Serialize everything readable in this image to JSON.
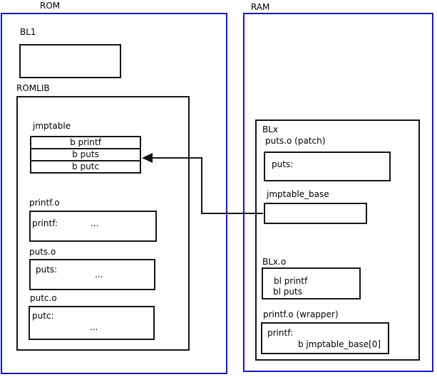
{
  "colors": {
    "frame_blue": "#1414e6",
    "line_black": "#151515",
    "background": "#ffffff"
  },
  "rom": {
    "region_label": "ROM",
    "bl1": {
      "label": "BL1"
    },
    "romlib": {
      "label": "ROMLIB",
      "jmptable": {
        "label": "jmptable",
        "rows": [
          "b printf",
          "b puts",
          "b putc"
        ]
      },
      "printf_o": {
        "label": "printf.o",
        "symbol": "printf:",
        "ellipsis": "..."
      },
      "puts_o": {
        "label": "puts.o",
        "symbol": "puts:",
        "ellipsis": "..."
      },
      "putc_o": {
        "label": "putc.o",
        "symbol": "putc:",
        "ellipsis": "..."
      }
    }
  },
  "ram": {
    "region_label": "RAM",
    "blx": {
      "label": "BLx",
      "puts_patch": {
        "label": "puts.o (patch)",
        "symbol": "puts:"
      },
      "jmptable_base": {
        "label": "jmptable_base"
      },
      "blx_o": {
        "label": "BLx.o",
        "line1": "bl printf",
        "line2": "bl puts"
      },
      "printf_wrapper": {
        "label": "printf.o (wrapper)",
        "symbol": "printf:",
        "body": "b jmptable_base[0]"
      }
    }
  }
}
